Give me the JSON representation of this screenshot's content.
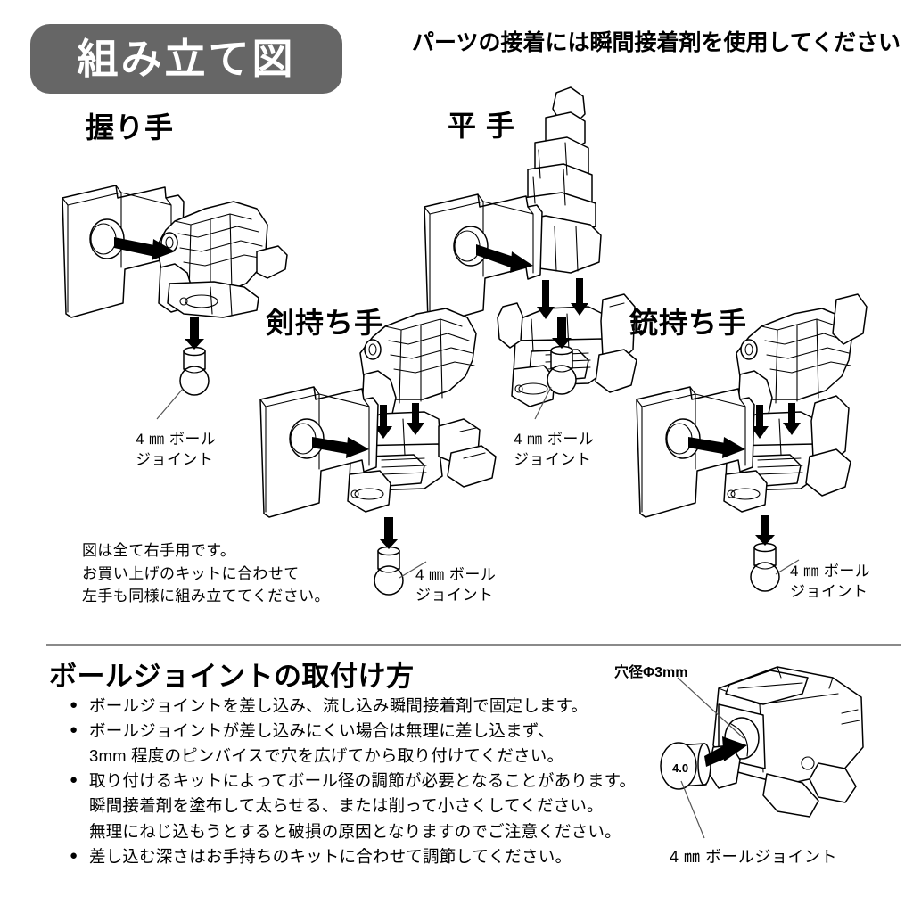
{
  "header": {
    "title": "組み立て図",
    "title_badge_color": "#666666",
    "note": "パーツの接着には瞬間接着剤を使用してください"
  },
  "hands": [
    {
      "id": "nigiri",
      "label": "握り手",
      "ball_joint_label_line1": "4 ㎜ ボール",
      "ball_joint_label_line2": "ジョイント"
    },
    {
      "id": "hira",
      "label": "平 手",
      "ball_joint_label_line1": "4 ㎜ ボール",
      "ball_joint_label_line2": "ジョイント"
    },
    {
      "id": "ken",
      "label": "剣持ち手",
      "ball_joint_label_line1": "4 ㎜ ボール",
      "ball_joint_label_line2": "ジョイント"
    },
    {
      "id": "juu",
      "label": "銃持ち手",
      "ball_joint_label_line1": "4 ㎜ ボール",
      "ball_joint_label_line2": "ジョイント"
    }
  ],
  "note_block": {
    "line1": "図は全て右手用です。",
    "line2": "お買い上げのキットに合わせて",
    "line3": "左手も同様に組み立ててください。"
  },
  "lower_section": {
    "title": "ボールジョイントの取付け方",
    "bullet_glyph": "●",
    "items": [
      {
        "text": "ボールジョイントを差し込み、流し込み瞬間接着剤で固定します。",
        "continuations": []
      },
      {
        "text": "ボールジョイントが差し込みにくい場合は無理に差し込まず、",
        "continuations": [
          "3mm 程度のピンバイスで穴を広げてから取り付けてください。"
        ]
      },
      {
        "text": "取り付けるキットによってボール径の調節が必要となることがあります。",
        "continuations": [
          "瞬間接着剤を塗布して太らせる、または削って小さくしてください。",
          "無理にねじ込もうとすると破損の原因となりますのでご注意ください。"
        ]
      },
      {
        "text": "差し込む深さはお手持ちのキットに合わせて調節してください。",
        "continuations": []
      }
    ],
    "diagram": {
      "hole_label": "穴径Φ3mm",
      "ball_joint_label": "4 ㎜ ボールジョイント",
      "ball_size_marking": "4.0"
    }
  }
}
